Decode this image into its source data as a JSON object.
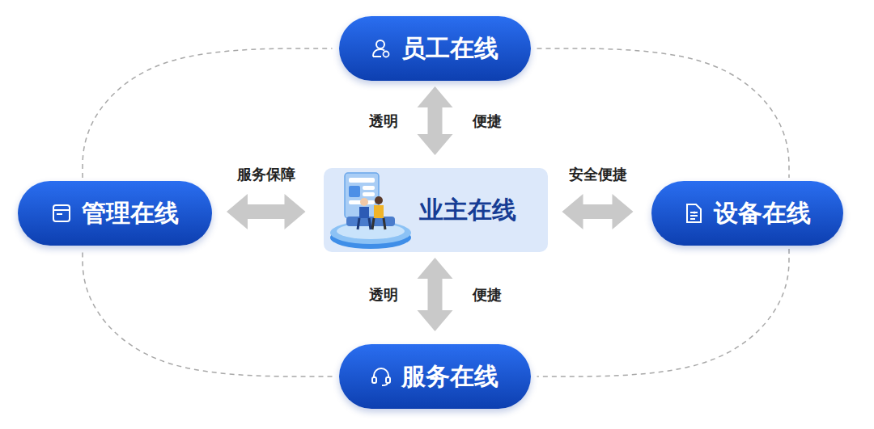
{
  "diagram": {
    "nodes": [
      {
        "text": [
          "员工在线"
        ]
      },
      {
        "text": [
          "管理在线"
        ]
      },
      {
        "text": [
          "业主在线"
        ]
      },
      {
        "text": [
          "设备在线"
        ]
      },
      {
        "text": [
          "服务在线"
        ]
      }
    ],
    "edges": [
      {
        "from": 0,
        "to": 2,
        "arrow": "both"
      },
      {
        "from": 1,
        "to": 2,
        "label": "服务保障",
        "arrow": "both"
      },
      {
        "from": 2,
        "to": 3,
        "label": "安全便捷",
        "arrow": "both"
      },
      {
        "from": 2,
        "to": 4,
        "arrow": "both"
      },
      {
        "from": 0,
        "to": 3,
        "arrow": "none"
      },
      {
        "from": 3,
        "to": 4,
        "arrow": "none"
      },
      {
        "from": 4,
        "to": 1,
        "arrow": "none"
      },
      {
        "from": 1,
        "to": 0,
        "arrow": "none"
      }
    ],
    "labels": [
      "透明",
      "便捷",
      "透明",
      "便捷"
    ]
  }
}
